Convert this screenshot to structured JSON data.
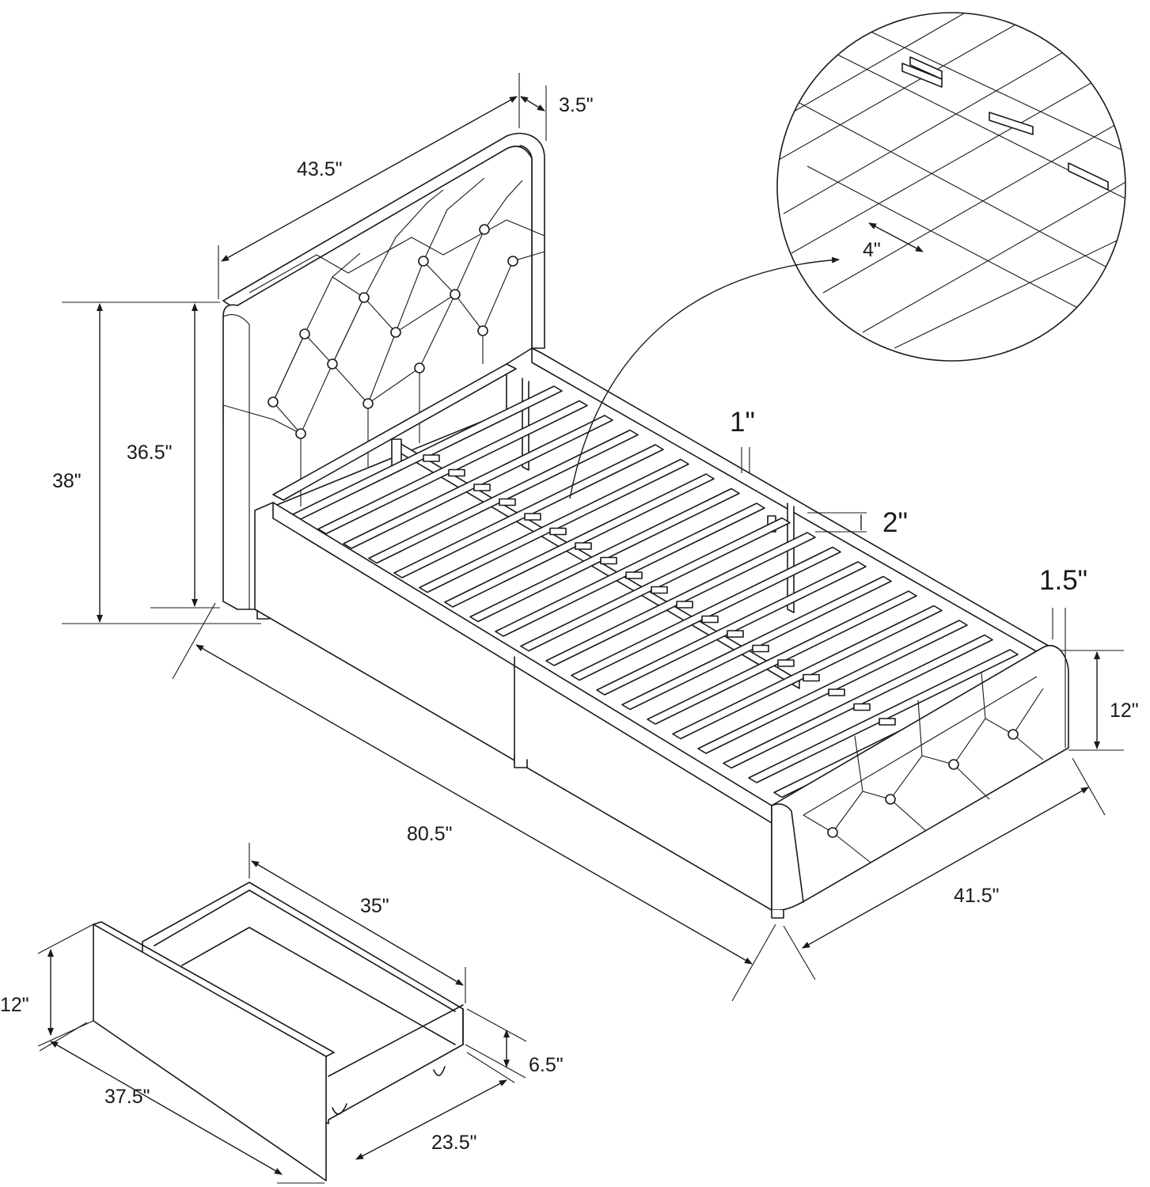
{
  "dimensions": {
    "headboard_width": "43.5\"",
    "headboard_depth": "3.5\"",
    "overall_height": "38\"",
    "headboard_height": "36.5\"",
    "slat_spacing": "4\"",
    "slat_thickness": "1\"",
    "rail_gap": "2\"",
    "footboard_thickness": "1.5\"",
    "footboard_height": "12\"",
    "overall_length": "80.5\"",
    "overall_width": "41.5\"",
    "drawer_length": "35\"",
    "drawer_height": "12\"",
    "drawer_inner_height": "6.5\"",
    "drawer_front_length": "37.5\"",
    "drawer_depth": "23.5\""
  },
  "colors": {
    "line": "#1a1a1a",
    "background": "#ffffff"
  }
}
